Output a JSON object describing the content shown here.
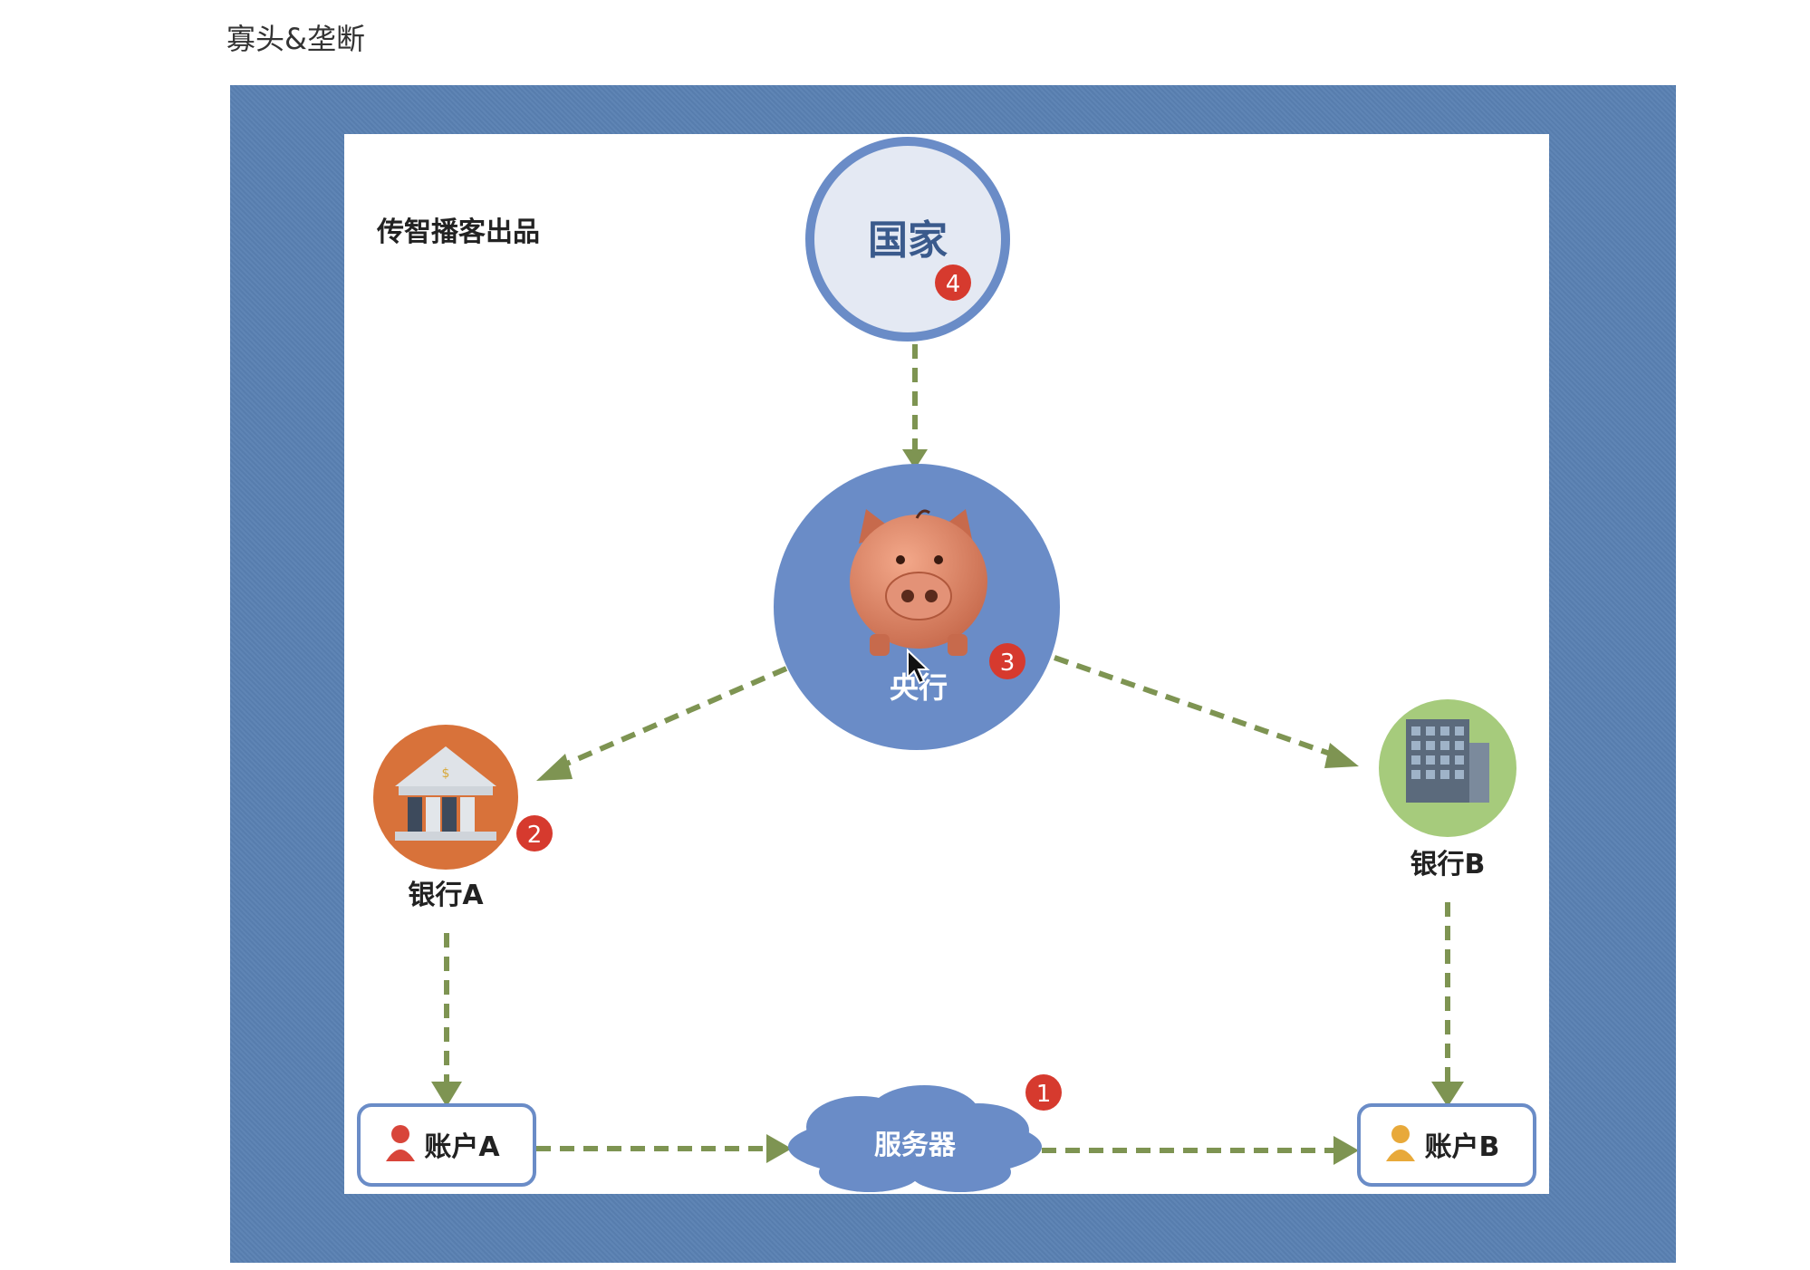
{
  "page": {
    "heading": "寡头&垄断"
  },
  "diagram": {
    "brand_text": "传智播客出品",
    "nodes": {
      "country": {
        "label": "国家",
        "badge": "4"
      },
      "central_bank": {
        "label": "央行",
        "badge": "3"
      },
      "bank_a": {
        "label": "银行A",
        "badge": "2"
      },
      "bank_b": {
        "label": "银行B"
      },
      "account_a": {
        "label": "账户A"
      },
      "server": {
        "label": "服务器",
        "badge": "1"
      },
      "account_b": {
        "label": "账户B"
      }
    },
    "colors": {
      "frame": "#5a81b3",
      "arrow": "#7e9452",
      "badge": "#d63a2e",
      "node_blue": "#6a8cc7",
      "country_fill": "#e4e9f3",
      "bank_a_circle": "#d8723a",
      "bank_b_circle": "#a6cb7c"
    },
    "icons": [
      "piggy-bank-icon",
      "bank-building-icon",
      "office-building-icon",
      "user-icon",
      "cursor-icon"
    ]
  }
}
